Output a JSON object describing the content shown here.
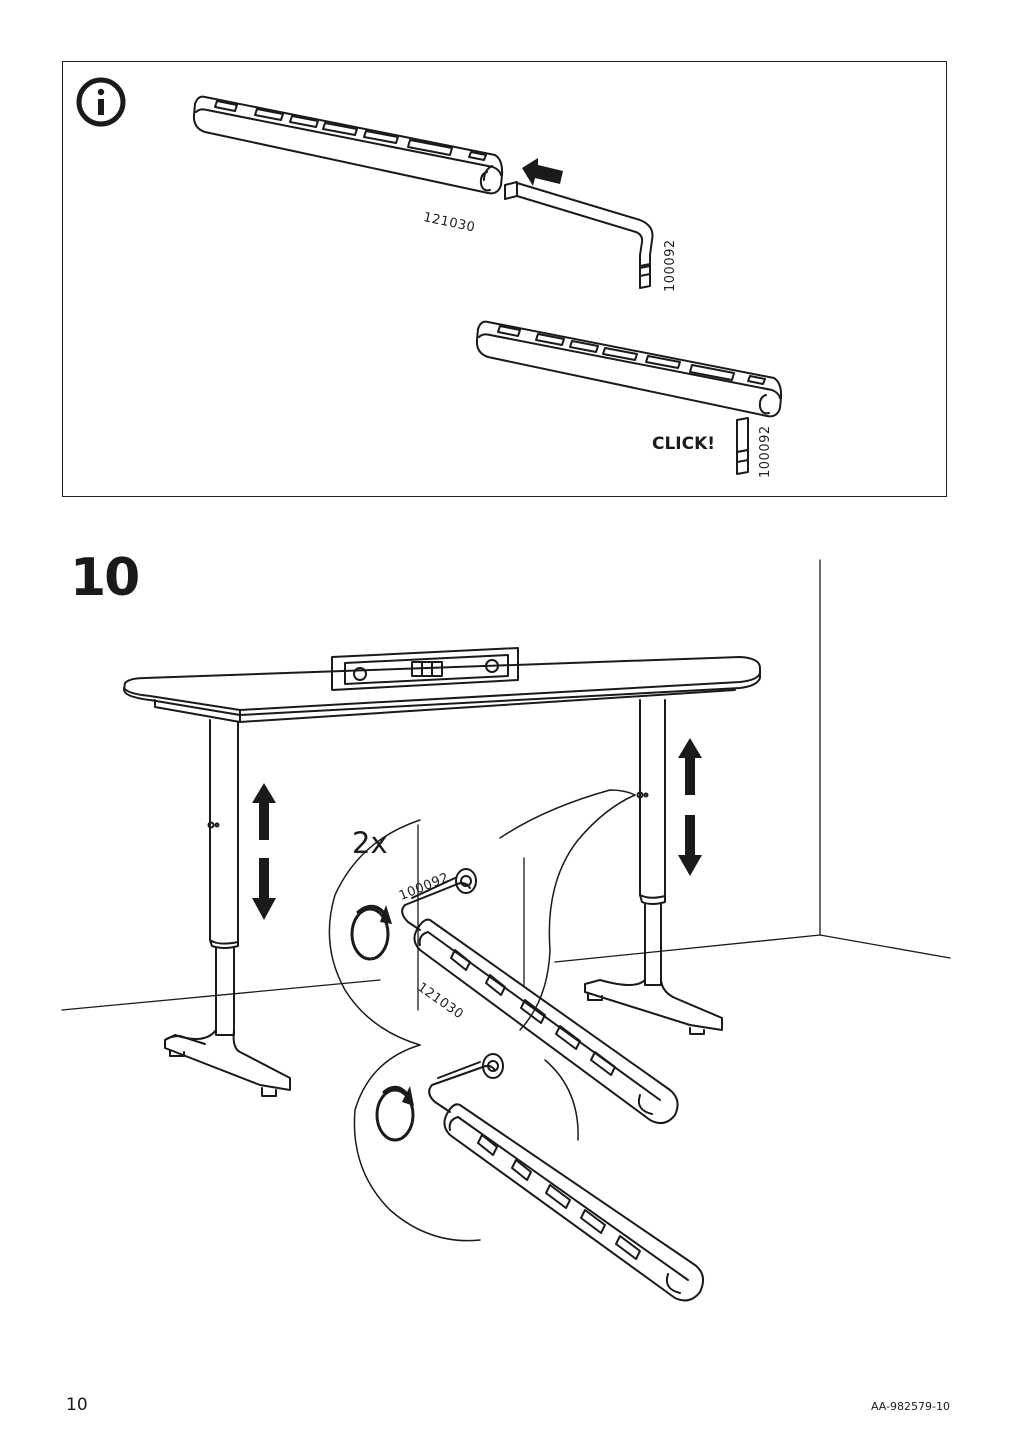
{
  "info_panel": {
    "icon": "info-icon",
    "part_bar_label": "121030",
    "part_key_label_top": "100092",
    "part_key_label_bottom": "100092",
    "click_text": "CLICK!"
  },
  "step": {
    "number": "10",
    "quantity": "2x",
    "detail_key_label": "100092",
    "detail_bar_label": "121030",
    "icons": [
      "spirit-level-icon",
      "up-down-arrow-icon",
      "rotate-clockwise-icon",
      "rotate-counterclockwise-icon"
    ]
  },
  "footer": {
    "page_number": "10",
    "doc_code": "AA-982579-10"
  }
}
